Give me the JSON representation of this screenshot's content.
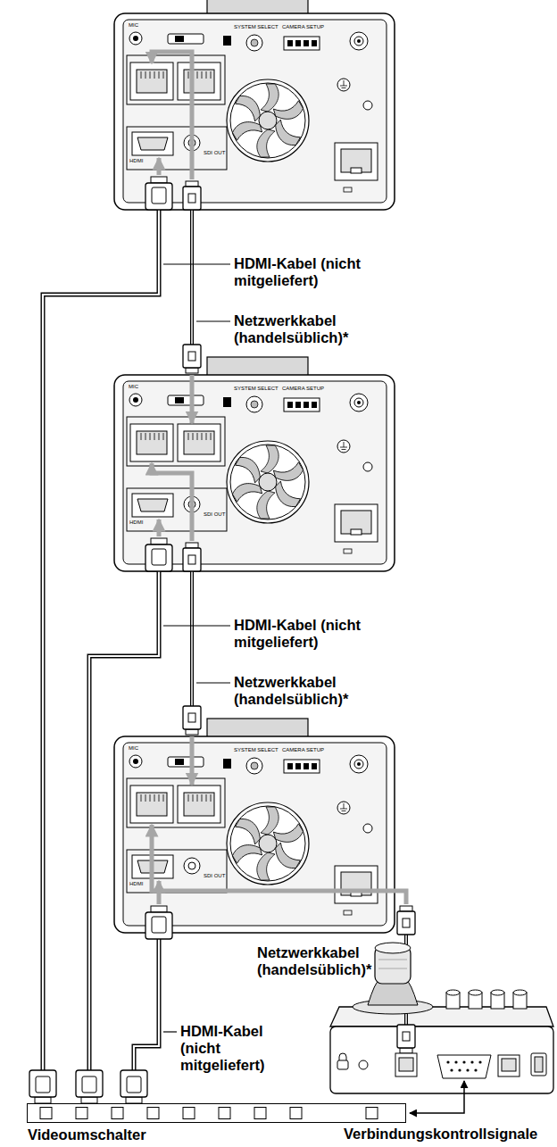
{
  "diagram": {
    "nodes": [
      {
        "text": [
          "Videoumschalter"
        ]
      }
    ],
    "labels": [
      "HDMI-Kabel (nicht mitgeliefert)",
      "Netzwerkkabel (handelsüblich)*",
      "HDMI-Kabel (nicht mitgeliefert)",
      "Netzwerkkabel (handelsüblich)*",
      "Netzwerkkabel (handelsüblich)*",
      "HDMI-Kabel (nicht mitgeliefert)",
      "Verbindungskontrollsignale",
      "MIC",
      "SYSTEM SELECT",
      "CAMERA SETUP",
      "HDMI",
      "SDI OUT",
      "MIC",
      "SYSTEM SELECT",
      "CAMERA SETUP",
      "HDMI",
      "SDI OUT",
      "MIC",
      "SYSTEM SELECT",
      "CAMERA SETUP",
      "HDMI",
      "SDI OUT"
    ]
  }
}
